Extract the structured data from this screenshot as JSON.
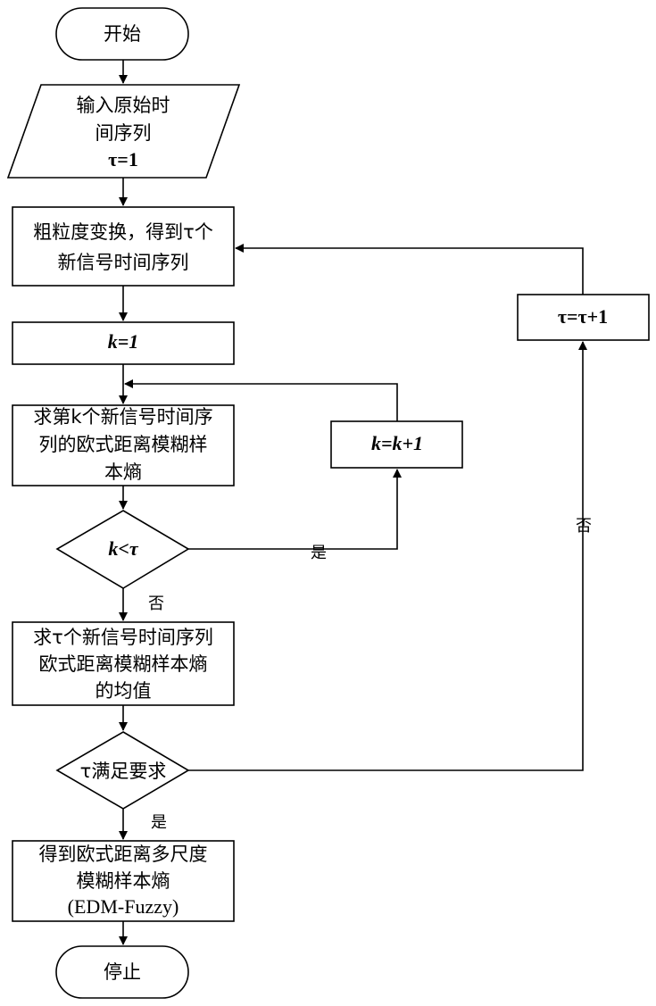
{
  "nodes": {
    "start": {
      "text": [
        "开始"
      ]
    },
    "input": {
      "text": [
        "输入原始时",
        "间序列",
        "τ=1"
      ]
    },
    "coarse": {
      "text": [
        "粗粒度变换，得到τ个",
        "新信号时间序列"
      ]
    },
    "k_init": {
      "text": [
        "k=1"
      ]
    },
    "compute_k": {
      "text": [
        "求第k个新信号时间序",
        "列的欧式距离模糊样",
        "本熵"
      ]
    },
    "decision_k": {
      "text": [
        "k<τ"
      ]
    },
    "k_inc": {
      "text": [
        "k=k+1"
      ]
    },
    "mean": {
      "text": [
        "求τ个新信号时间序列",
        "欧式距离模糊样本熵",
        "的均值"
      ]
    },
    "decision_tau": {
      "text": [
        "τ满足要求"
      ]
    },
    "tau_inc": {
      "text": [
        "τ=τ+1"
      ]
    },
    "result": {
      "text": [
        "得到欧式距离多尺度",
        "模糊样本熵",
        "(EDM-Fuzzy)"
      ]
    },
    "stop": {
      "text": [
        "停止"
      ]
    }
  },
  "edges": {
    "k_yes": "是",
    "k_no": "否",
    "tau_no": "否",
    "tau_yes": "是"
  }
}
